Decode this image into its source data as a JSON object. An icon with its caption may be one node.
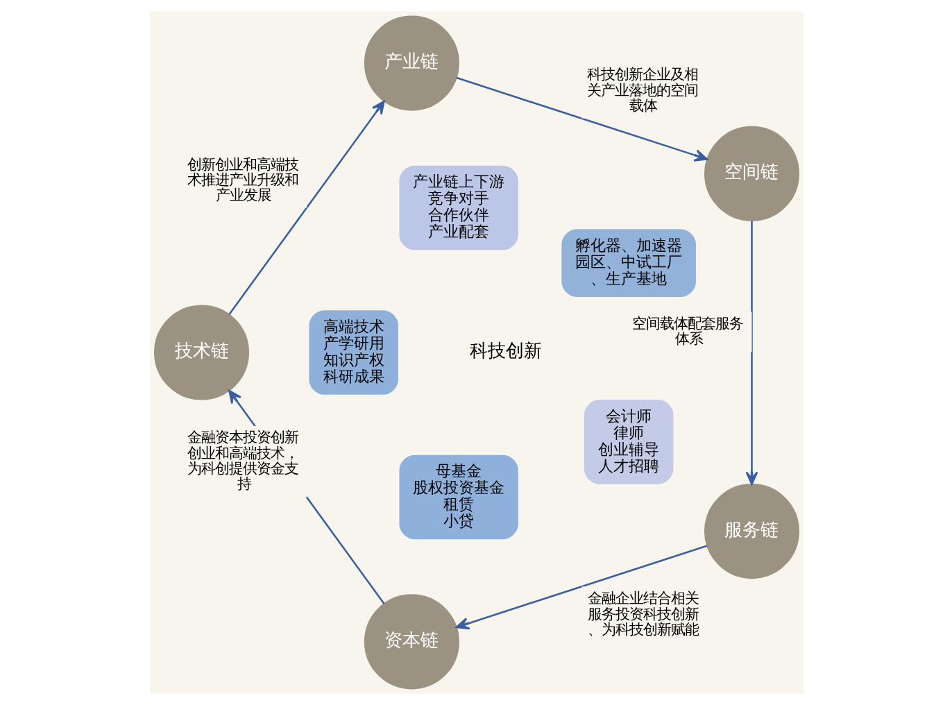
{
  "diagram": {
    "nodes": [
      {
        "text": [
          "空间链"
        ]
      },
      {
        "text": [
          "产业链"
        ]
      },
      {
        "text": [
          "服务链"
        ]
      },
      {
        "text": [
          "孵化器、加速器园区、中试工厂、生产基地"
        ]
      },
      {
        "text": [
          "产业链上下游",
          "竞争对手",
          "合作伙伴",
          "产业配套"
        ]
      },
      {
        "text": [
          "会计师",
          "律师",
          "创业辅导",
          "人才招聘"
        ]
      },
      {
        "text": [
          "科技创新"
        ]
      },
      {
        "text": [
          "高端技术",
          "产学研用",
          "知识产权",
          "科研成果"
        ]
      },
      {
        "text": [
          "母基金",
          "股权投资基金",
          "租赁",
          "小贷"
        ]
      },
      {
        "text": [
          "技术链"
        ]
      },
      {
        "text": [
          "资本链"
        ]
      }
    ],
    "edges": [
      {
        "from": 1,
        "to": 0,
        "arrow": "to",
        "label": "科技创新企业及相关产业落地的空间载体"
      },
      {
        "from": 0,
        "to": 2,
        "arrow": "to",
        "label": "空间载体配套服务体系"
      },
      {
        "from": 2,
        "to": 10,
        "arrow": "to",
        "label": "金融企业结合相关服务投资科技创新、为科技创新赋能"
      },
      {
        "from": 10,
        "to": 9,
        "arrow": "to",
        "label": "金融资本投资创新创业和高端技术，为科创提供资金支持"
      },
      {
        "from": 9,
        "to": 1,
        "arrow": "to",
        "label": "创新创业和高端技术推进产业升级和产业发展"
      }
    ]
  }
}
